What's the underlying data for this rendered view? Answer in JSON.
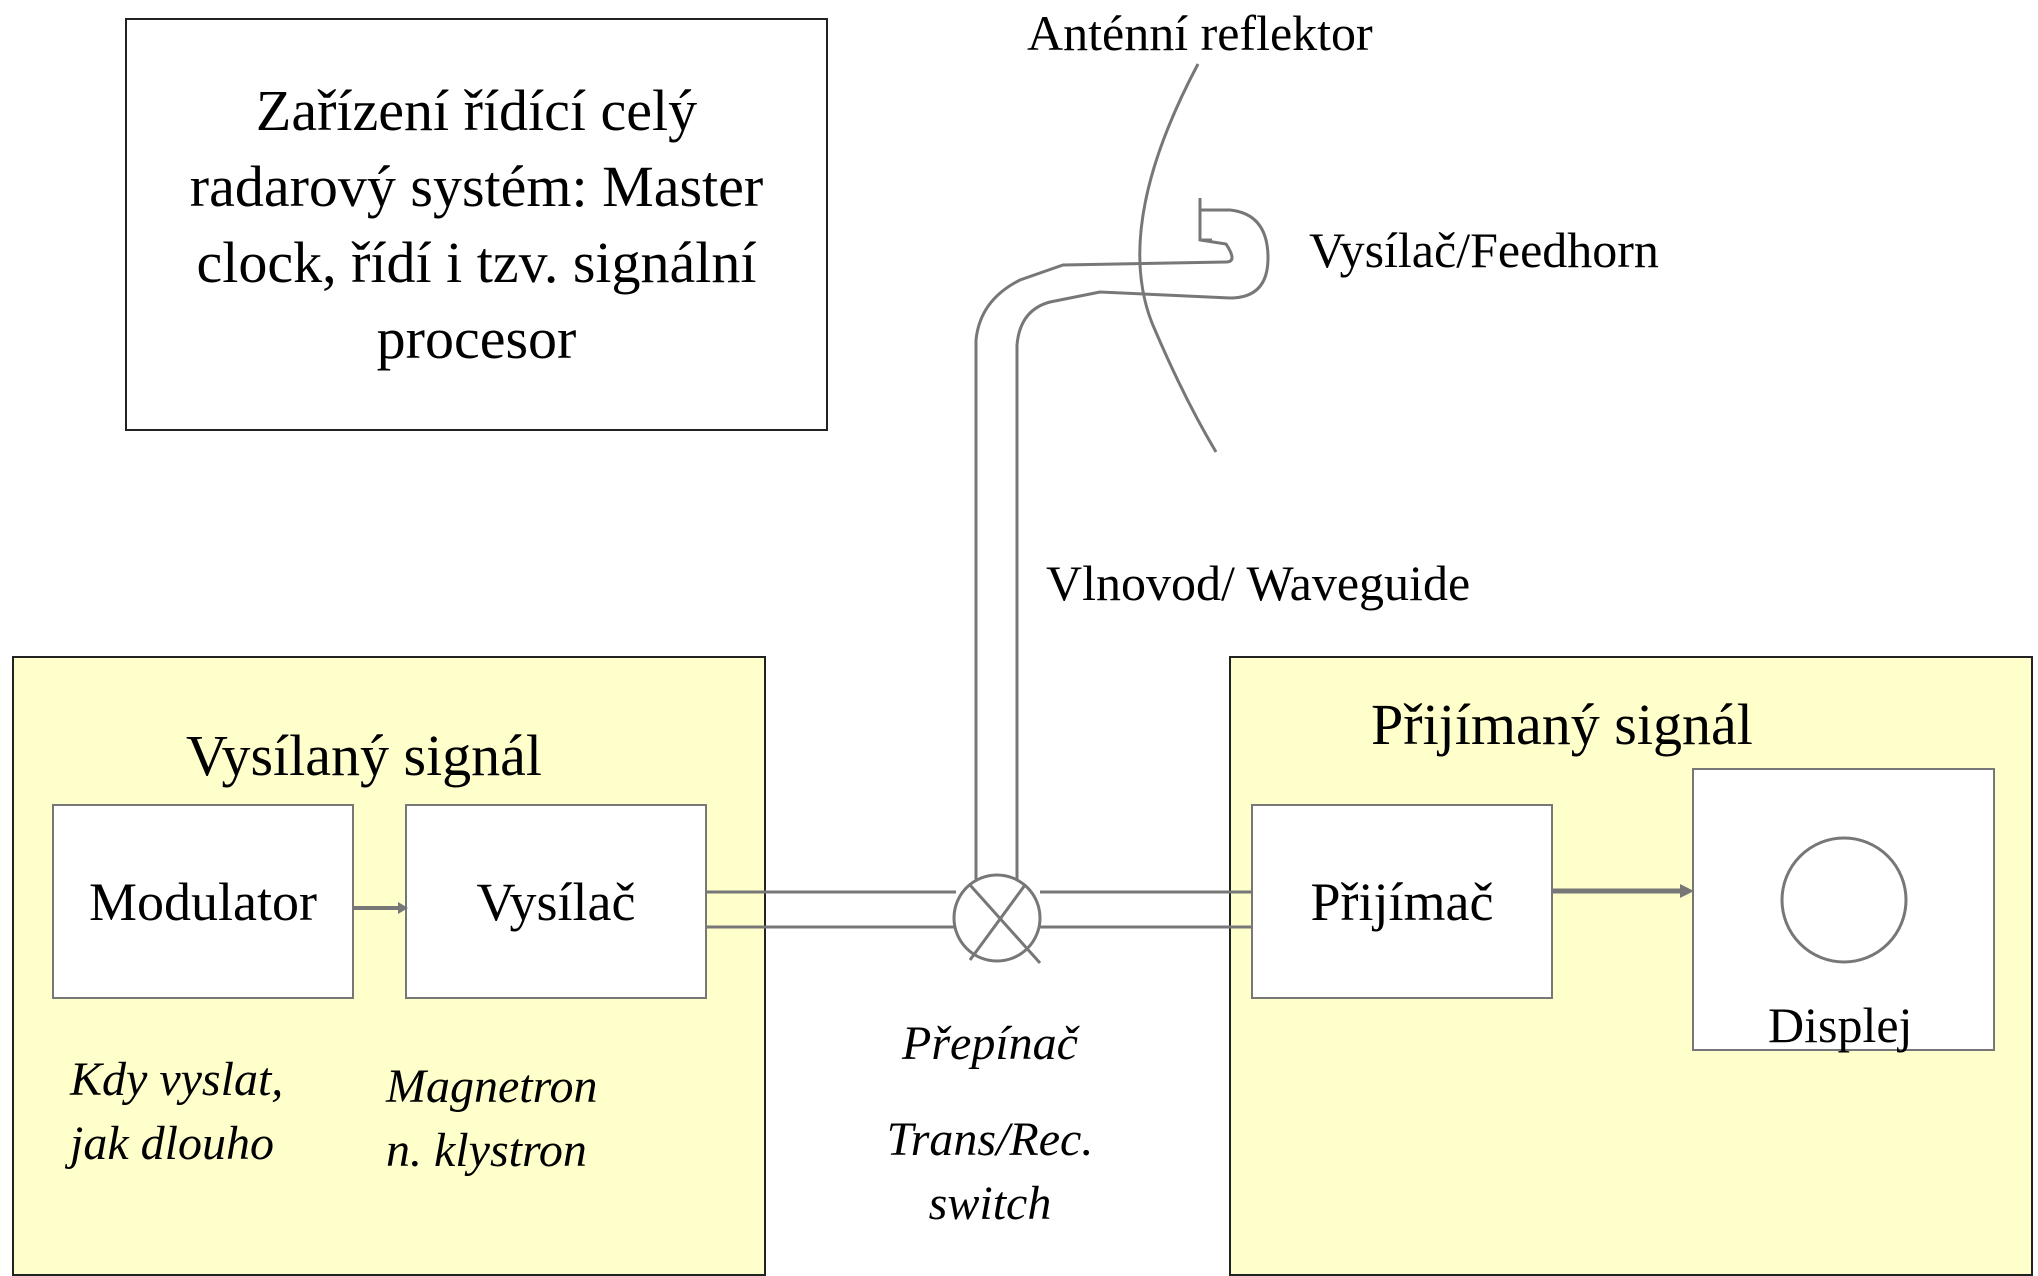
{
  "control_box": {
    "lines": [
      "Zařízení řídící celý",
      "radarový systém: Master",
      "clock, řídí i tzv. signální",
      "procesor"
    ]
  },
  "antenna": {
    "reflector_label": "Anténní reflektor",
    "feedhorn_label": "Vysílač/Feedhorn",
    "waveguide_label": "Vlnovod/ Waveguide"
  },
  "transmit_panel": {
    "title": "Vysílaný signál",
    "modulator_label": "Modulator",
    "transmitter_label": "Vysílač",
    "modulator_note": [
      "Kdy vyslat,",
      "jak dlouho"
    ],
    "transmitter_note": [
      "Magnetron",
      "n. klystron"
    ]
  },
  "switch": {
    "label": "Přepínač",
    "english_label": [
      "Trans/Rec.",
      "switch"
    ]
  },
  "receive_panel": {
    "title": "Přijímaný signál",
    "receiver_label": "Přijímač",
    "display_label": "Displej"
  },
  "colors": {
    "panel_fill": "#ffffcc",
    "line": "#777777"
  }
}
